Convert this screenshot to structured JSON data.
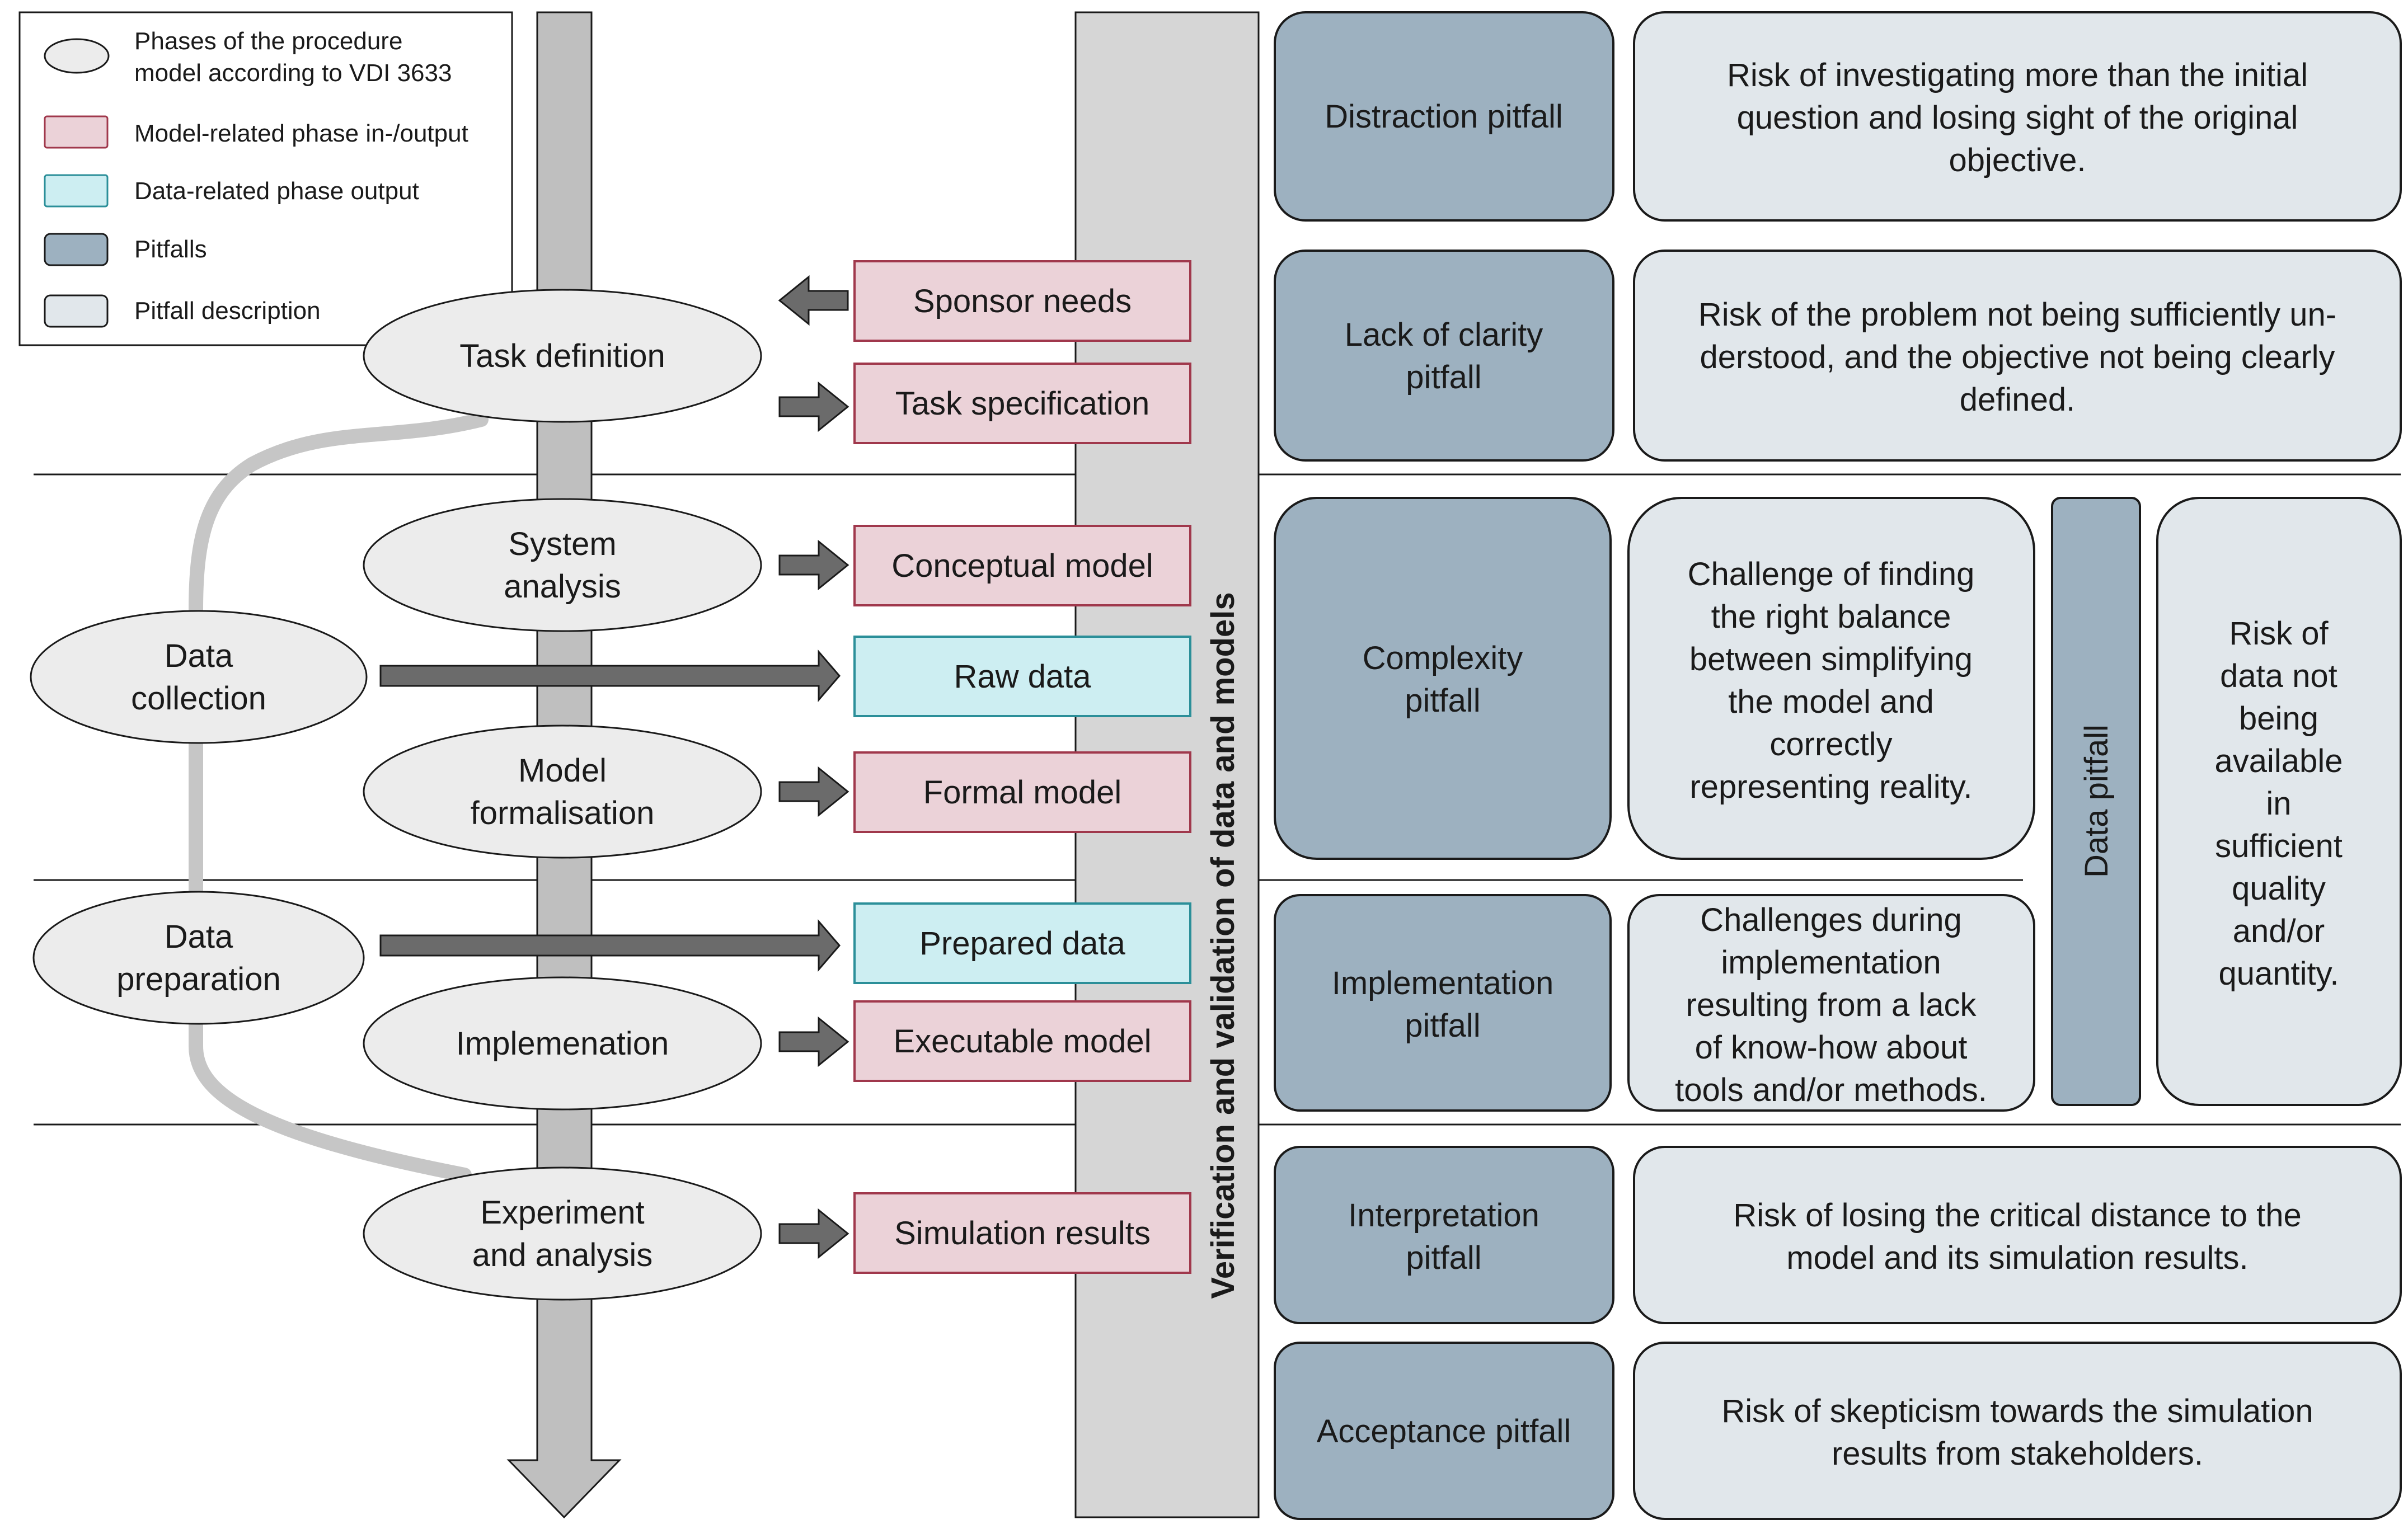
{
  "legend": {
    "phases_line1": "Phases of the procedure",
    "phases_line2": "model according to VDI 3633",
    "model_io": "Model-related phase in-/output",
    "data_output": "Data-related phase output",
    "pitfalls": "Pitfalls",
    "pitfall_description": "Pitfall description"
  },
  "phases": {
    "task_definition": [
      "Task definition"
    ],
    "system_analysis": [
      "System",
      "analysis"
    ],
    "model_formalisation": [
      "Model",
      "formalisation"
    ],
    "implementation": [
      "Implemenation"
    ],
    "experiment": [
      "Experiment",
      "and analysis"
    ],
    "data_collection": [
      "Data",
      "collection"
    ],
    "data_preparation": [
      "Data",
      "preparation"
    ]
  },
  "outputs": {
    "sponsor_needs": "Sponsor needs",
    "task_specification": "Task specification",
    "conceptual_model": "Conceptual model",
    "raw_data": "Raw data",
    "formal_model": "Formal model",
    "prepared_data": "Prepared data",
    "executable_model": "Executable model",
    "simulation_results": "Simulation results"
  },
  "vv_label": "Verification and validation of data and models",
  "pitfalls": {
    "distraction": [
      "Distraction pitfall"
    ],
    "lack_of_clarity": [
      "Lack of clarity",
      "pitfall"
    ],
    "complexity": [
      "Complexity",
      "pitfall"
    ],
    "implementation": [
      "Implementation",
      "pitfall"
    ],
    "interpretation": [
      "Interpretation",
      "pitfall"
    ],
    "acceptance": [
      "Acceptance pitfall"
    ],
    "data": "Data pitfall"
  },
  "descriptions": {
    "distraction": [
      "Risk of investigating more than the initial",
      "question and losing sight of the original",
      "objective."
    ],
    "lack_of_clarity": [
      "Risk of the problem not being sufficiently un-",
      "derstood, and the objective not being clearly",
      "defined."
    ],
    "complexity": [
      "Challenge of finding",
      "the right balance",
      "between simplifying",
      "the model and",
      "correctly",
      "representing reality."
    ],
    "implementation": [
      "Challenges during",
      "implementation",
      "resulting from a lack",
      "of know-how about",
      "tools and/or methods."
    ],
    "data": [
      "Risk of",
      "data not",
      "being",
      "available",
      "in",
      "sufficient",
      "quality",
      "and/or",
      "quantity."
    ],
    "interpretation": [
      "Risk of losing the critical distance to the",
      "model and its simulation results."
    ],
    "acceptance": [
      "Risk of skepticism towards the simulation",
      "results from stakeholders."
    ]
  },
  "colors": {
    "model_io_fill": "#ebd2d8",
    "model_io_stroke": "#a0384c",
    "data_fill": "#cdeef2",
    "data_stroke": "#2b8f99",
    "pitfall_fill": "#9db1c0",
    "description_fill": "#e1e7eb",
    "phase_fill": "#ececec",
    "timeline": "#bfbfbf",
    "arrow": "#6b6b6b",
    "connector": "#c6c6c6"
  }
}
